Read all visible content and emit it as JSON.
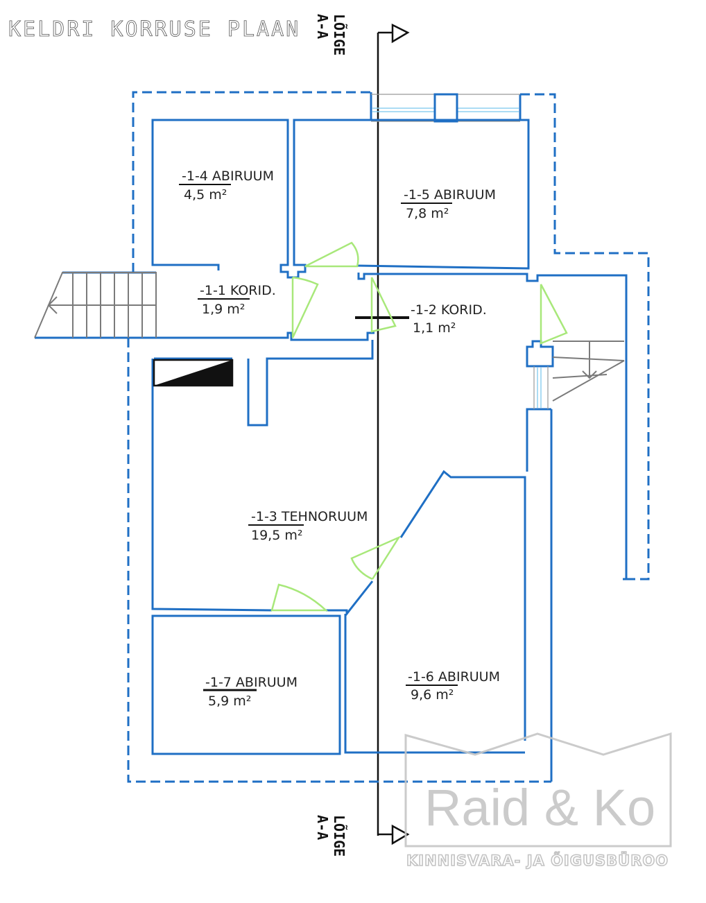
{
  "title": "KELDRI KORRUSE PLAAN",
  "section": {
    "label": "LÕIGE",
    "code": "A-A"
  },
  "rooms": [
    {
      "name": "-1-1 KORID.",
      "area": "1,9 m²"
    },
    {
      "name": "-1-2 KORID.",
      "area": "1,1 m²"
    },
    {
      "name": "-1-3 TEHNORUUM",
      "area": "19,5 m²"
    },
    {
      "name": "-1-4 ABIRUUM",
      "area": "4,5 m²"
    },
    {
      "name": "-1-5 ABIRUUM",
      "area": "7,8 m²"
    },
    {
      "name": "-1-6 ABIRUUM",
      "area": "9,6 m²"
    },
    {
      "name": "-1-7 ABIRUUM",
      "area": "5,9 m²"
    }
  ],
  "watermark": {
    "brand": "Raid & Ko",
    "tagline": "KINNISVARA- JA ÕIGUSBÜROO"
  },
  "colors": {
    "wall": "#1f6fc4",
    "door": "#a8e87a",
    "stair": "#7a7a7a"
  }
}
